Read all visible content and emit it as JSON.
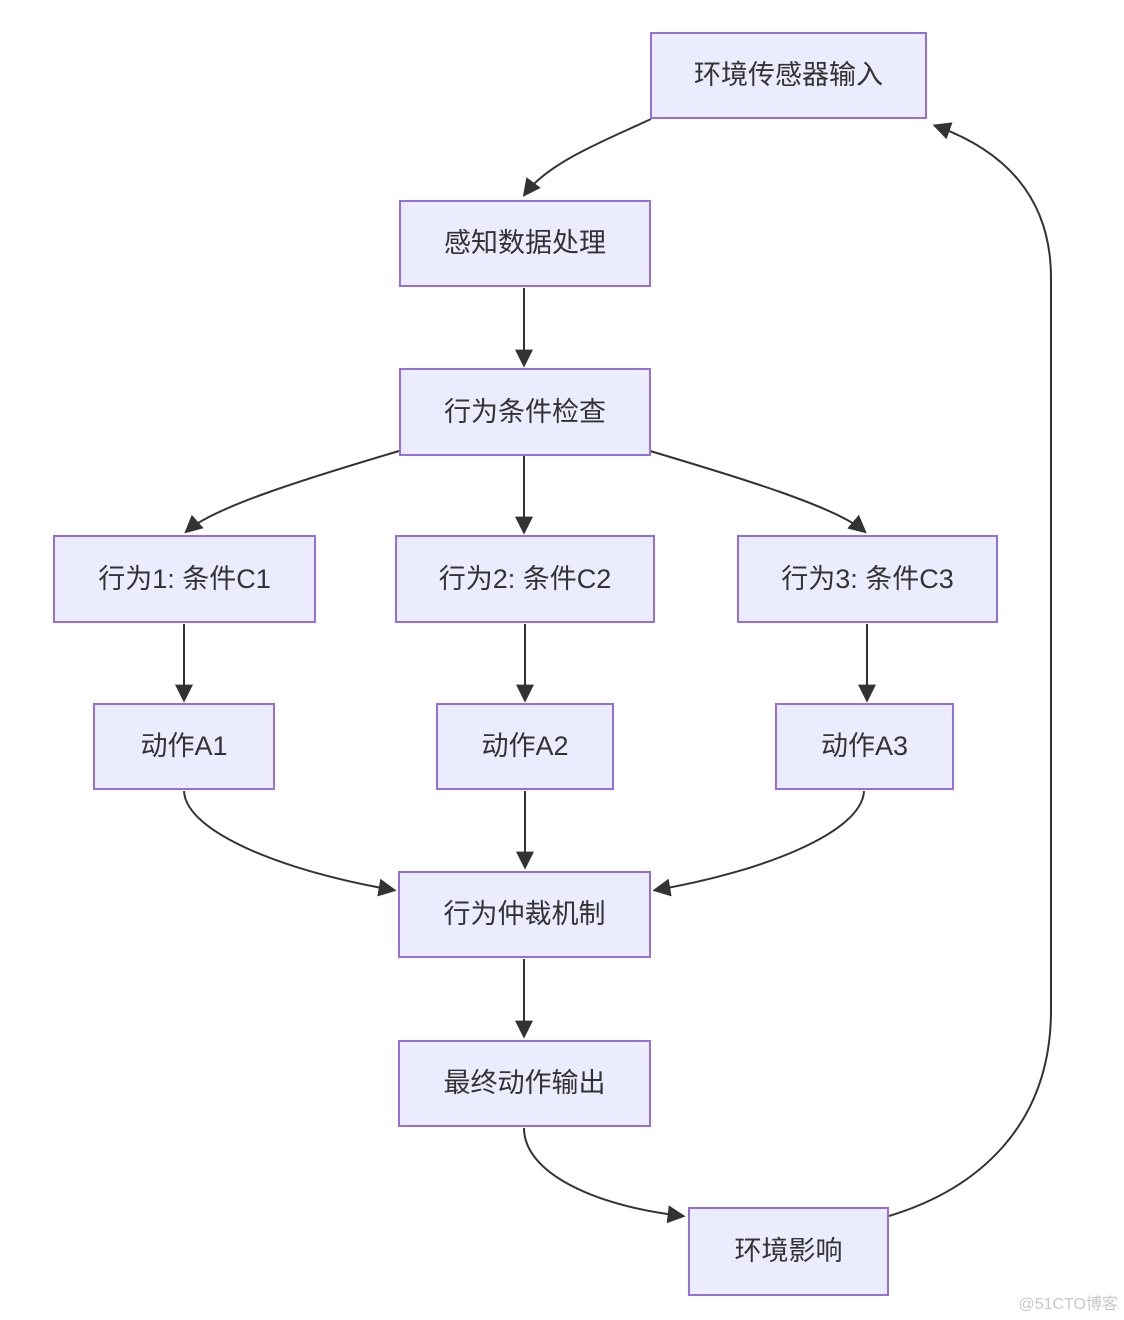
{
  "diagram": {
    "type": "flowchart",
    "direction": "top-down",
    "nodes": [
      {
        "id": "sensor-input",
        "label": "环境传感器输入"
      },
      {
        "id": "perception-processing",
        "label": "感知数据处理"
      },
      {
        "id": "condition-check",
        "label": "行为条件检查"
      },
      {
        "id": "behavior-1",
        "label": "行为1: 条件C1"
      },
      {
        "id": "behavior-2",
        "label": "行为2: 条件C2"
      },
      {
        "id": "behavior-3",
        "label": "行为3: 条件C3"
      },
      {
        "id": "action-1",
        "label": "动作A1"
      },
      {
        "id": "action-2",
        "label": "动作A2"
      },
      {
        "id": "action-3",
        "label": "动作A3"
      },
      {
        "id": "arbitration",
        "label": "行为仲裁机制"
      },
      {
        "id": "final-output",
        "label": "最终动作输出"
      },
      {
        "id": "environment-effect",
        "label": "环境影响"
      }
    ],
    "edges": [
      {
        "from": "sensor-input",
        "to": "perception-processing"
      },
      {
        "from": "perception-processing",
        "to": "condition-check"
      },
      {
        "from": "condition-check",
        "to": "behavior-1"
      },
      {
        "from": "condition-check",
        "to": "behavior-2"
      },
      {
        "from": "condition-check",
        "to": "behavior-3"
      },
      {
        "from": "behavior-1",
        "to": "action-1"
      },
      {
        "from": "behavior-2",
        "to": "action-2"
      },
      {
        "from": "behavior-3",
        "to": "action-3"
      },
      {
        "from": "action-1",
        "to": "arbitration"
      },
      {
        "from": "action-2",
        "to": "arbitration"
      },
      {
        "from": "action-3",
        "to": "arbitration"
      },
      {
        "from": "arbitration",
        "to": "final-output"
      },
      {
        "from": "final-output",
        "to": "environment-effect"
      },
      {
        "from": "environment-effect",
        "to": "sensor-input"
      }
    ],
    "colors": {
      "node_fill": "#ECECFF",
      "node_border": "#9370DB",
      "edge": "#333333",
      "text": "#333333",
      "watermark": "#C8C8C8"
    }
  },
  "watermark": {
    "text": "@51CTO博客"
  }
}
